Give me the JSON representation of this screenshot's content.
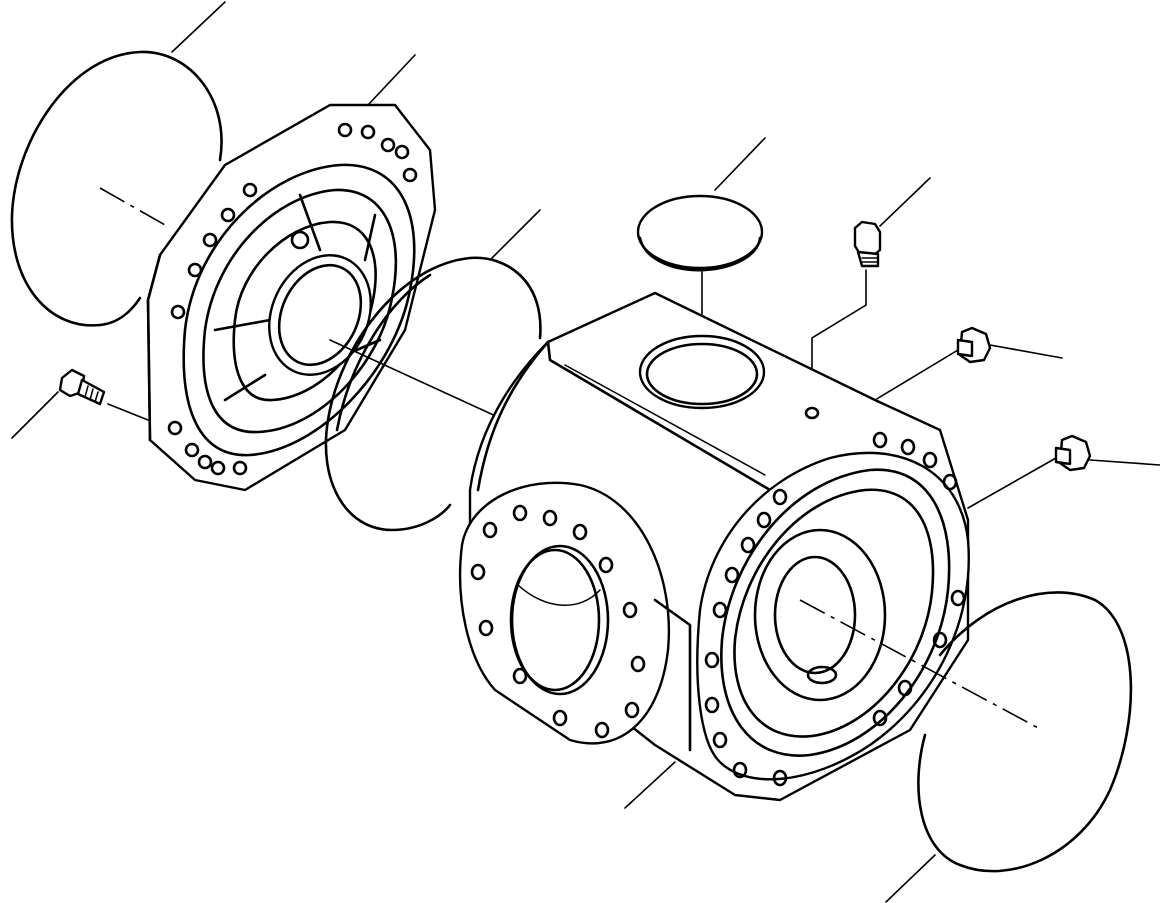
{
  "drawing": {
    "type": "exploded-view",
    "parts": [
      "o-ring-left",
      "cover-flange",
      "capscrew",
      "o-ring-middle",
      "cap-plug",
      "breather-fitting",
      "plug-upper",
      "plug-lower",
      "differential-housing",
      "o-ring-right"
    ],
    "callout_count": 10,
    "line_color": "#000000",
    "background": "#ffffff"
  }
}
